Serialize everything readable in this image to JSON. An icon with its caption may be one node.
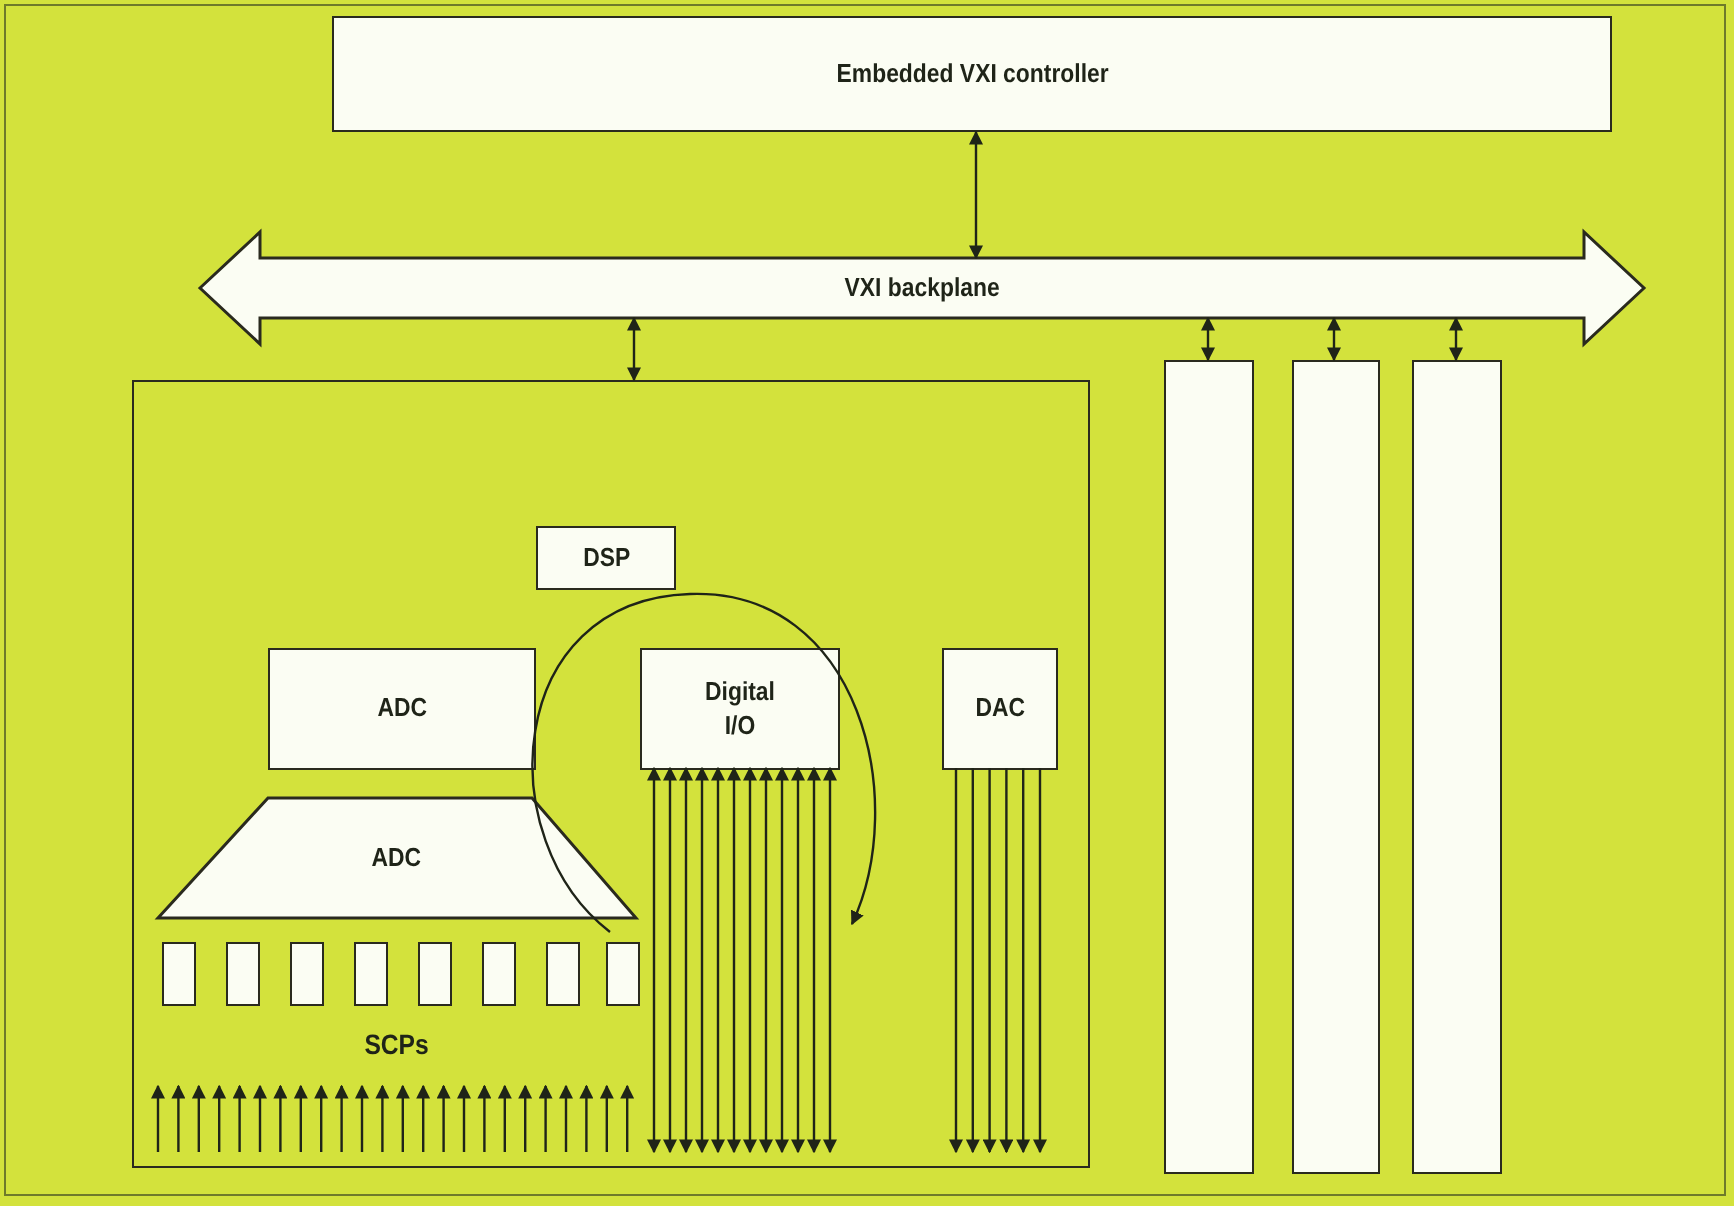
{
  "diagram": {
    "nodes": [
      {
        "text": [
          "Embedded VXI controller"
        ]
      },
      {
        "text": [
          "VXI backplane"
        ]
      },
      {
        "text": [],
        "shape": "box"
      },
      {
        "text": [
          "DSP"
        ],
        "in": 2
      },
      {
        "text": [
          "ADC"
        ],
        "in": 2
      },
      {
        "text": [
          "Digital I/O"
        ],
        "in": 2
      },
      {
        "text": [
          "DAC"
        ],
        "in": 2
      },
      {
        "text": [
          "ADC"
        ],
        "in": 2
      },
      {
        "text": [],
        "shape": "box",
        "in": 2
      },
      {
        "text": [],
        "shape": "box",
        "in": 2
      },
      {
        "text": [],
        "shape": "box",
        "in": 2
      },
      {
        "text": [],
        "shape": "box",
        "in": 2
      },
      {
        "text": [],
        "shape": "box",
        "in": 2
      },
      {
        "text": [],
        "shape": "box",
        "in": 2
      },
      {
        "text": [],
        "shape": "box",
        "in": 2
      },
      {
        "text": [],
        "shape": "box",
        "in": 2
      },
      {
        "text": [],
        "shape": "box"
      },
      {
        "text": [],
        "shape": "box"
      },
      {
        "text": [],
        "shape": "box"
      }
    ],
    "edges": [
      {
        "from": 0,
        "to": 1,
        "arrow": "both"
      },
      {
        "from": 1,
        "to": 2,
        "arrow": "both"
      },
      {
        "from": 1,
        "to": 16,
        "arrow": "both"
      },
      {
        "from": 1,
        "to": 17,
        "arrow": "both"
      },
      {
        "from": 1,
        "to": 18,
        "arrow": "both"
      },
      {
        "from": 5,
        "to": null,
        "arrow": "both"
      },
      {
        "from": 5,
        "to": null,
        "arrow": "both"
      },
      {
        "from": 5,
        "to": null,
        "arrow": "both"
      },
      {
        "from": 5,
        "to": null,
        "arrow": "both"
      },
      {
        "from": 5,
        "to": null,
        "arrow": "both"
      },
      {
        "from": 5,
        "to": null,
        "arrow": "both"
      },
      {
        "from": 5,
        "to": null,
        "arrow": "both"
      },
      {
        "from": 5,
        "to": null,
        "arrow": "both"
      },
      {
        "from": 5,
        "to": null,
        "arrow": "both"
      },
      {
        "from": 5,
        "to": null,
        "arrow": "both"
      },
      {
        "from": 5,
        "to": null,
        "arrow": "both"
      },
      {
        "from": 5,
        "to": null,
        "arrow": "both"
      },
      {
        "from": 6,
        "to": null,
        "arrow": "to"
      },
      {
        "from": 6,
        "to": null,
        "arrow": "to"
      },
      {
        "from": 6,
        "to": null,
        "arrow": "to"
      },
      {
        "from": 6,
        "to": null,
        "arrow": "to"
      },
      {
        "from": 6,
        "to": null,
        "arrow": "to"
      },
      {
        "from": 6,
        "to": null,
        "arrow": "to"
      }
    ],
    "labels": [
      "SCPs"
    ]
  }
}
